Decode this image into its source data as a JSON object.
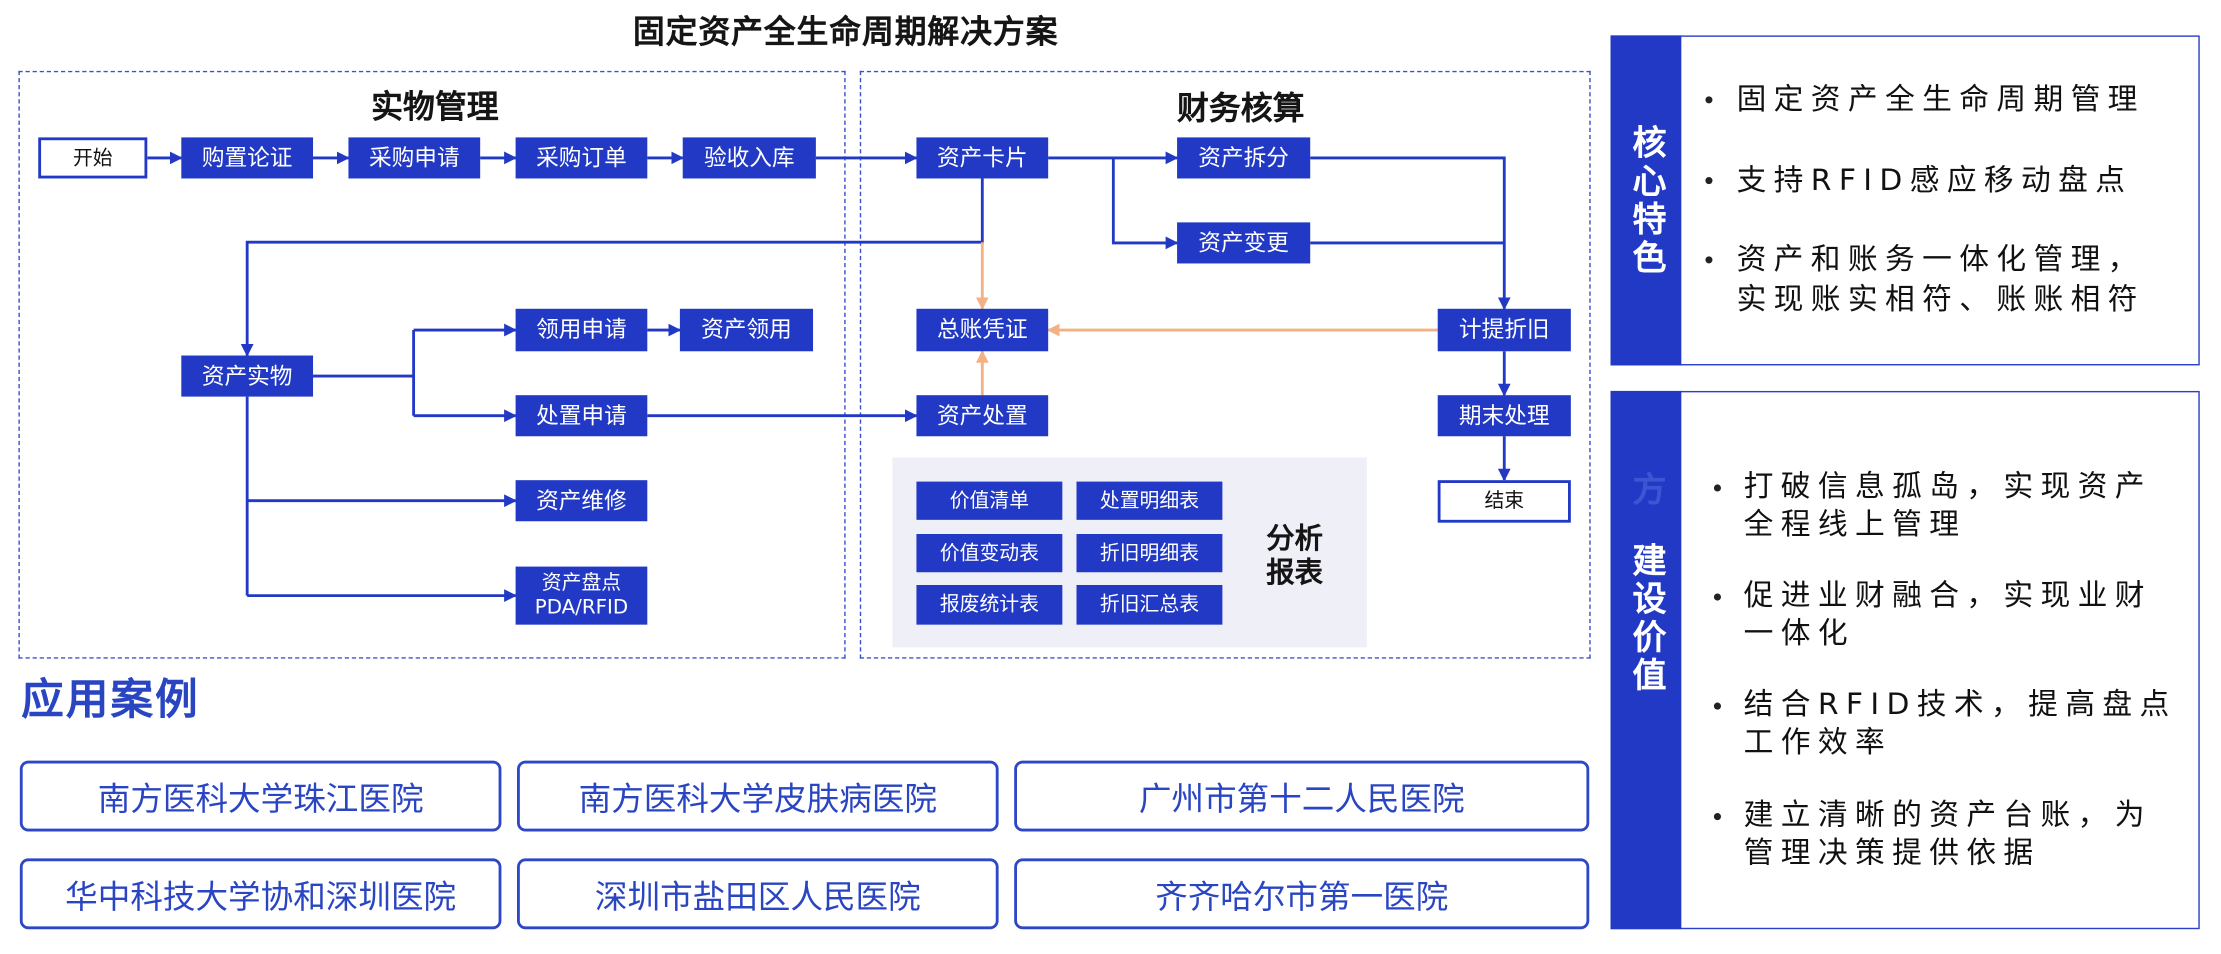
{
  "title": "固定资产全生命周期解决方案",
  "physical_section": {
    "title": "实物管理"
  },
  "finance_section": {
    "title": "财务核算"
  },
  "flow": {
    "start": "开始",
    "purchase_justification": "购置论证",
    "purchase_request": "采购申请",
    "purchase_order": "采购订单",
    "acceptance_storage": "验收入库",
    "asset_card": "资产卡片",
    "asset_split": "资产拆分",
    "asset_change": "资产变更",
    "depreciation": "计提折旧",
    "ledger_voucher": "总账凭证",
    "asset_disposal": "资产处置",
    "period_end": "期末处理",
    "end": "结束",
    "physical_asset": "资产实物",
    "requisition_request": "领用申请",
    "asset_requisition": "资产领用",
    "disposal_request": "处置申请",
    "asset_repair": "资产维修",
    "asset_inventory": {
      "line1": "资产盘点",
      "line2": "PDA/RFID"
    }
  },
  "reports": {
    "label": [
      "分析",
      "报表"
    ],
    "items": [
      "价值清单",
      "处置明细表",
      "价值变动表",
      "折旧明细表",
      "报废统计表",
      "折旧汇总表"
    ]
  },
  "cases": {
    "heading": "应用案例",
    "items": [
      "南方医科大学珠江医院",
      "南方医科大学皮肤病医院",
      "广州市第十二人民医院",
      "华中科技大学协和深圳医院",
      "深圳市盐田区人民医院",
      "齐齐哈尔市第一医院"
    ]
  },
  "core_features": {
    "tab": "核心特色",
    "items": [
      {
        "lines": [
          "固定资产全生命周期管理"
        ]
      },
      {
        "lines": [
          "支持RFID感应移动盘点"
        ]
      },
      {
        "lines": [
          "资产和账务一体化管理，",
          "实现账实相符、账账相符"
        ]
      }
    ]
  },
  "build_value": {
    "tab_faint": "方",
    "tab": "建设价值",
    "items": [
      {
        "lines": [
          "打破信息孤岛，实现资产",
          "全程线上管理"
        ]
      },
      {
        "lines": [
          "促进业财融合，实现业财",
          "一体化"
        ]
      },
      {
        "lines": [
          "结合RFID技术，提高盘点",
          "工作效率"
        ]
      },
      {
        "lines": [
          "建立清晰的资产台账，为",
          "管理决策提供依据"
        ]
      }
    ]
  },
  "colors": {
    "primary_blue": "#2239c6",
    "flow_orange": "#f4b183",
    "report_panel_bg": "#efeff7",
    "case_text_blue": "#2a45c2"
  }
}
